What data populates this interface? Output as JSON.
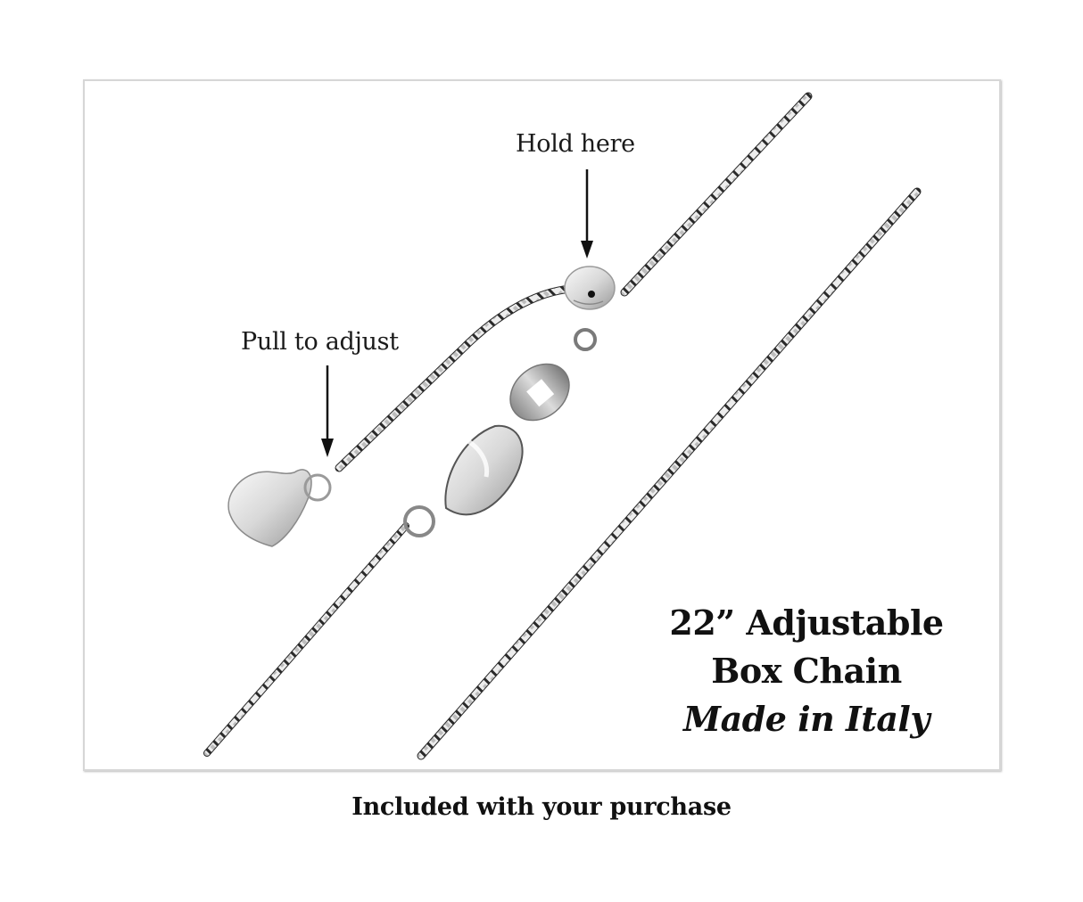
{
  "product": {
    "callouts": {
      "hold": "Hold here",
      "pull": "Pull to adjust"
    },
    "title": {
      "line1": "22” Adjustable",
      "line2": "Box Chain",
      "line3": "Made in Italy"
    },
    "caption": "Included with your purchase"
  },
  "colors": {
    "frame_border": "#d6d6d6",
    "text": "#111111",
    "chain_light": "#e6e6e6",
    "chain_dark": "#2a2a2a"
  }
}
